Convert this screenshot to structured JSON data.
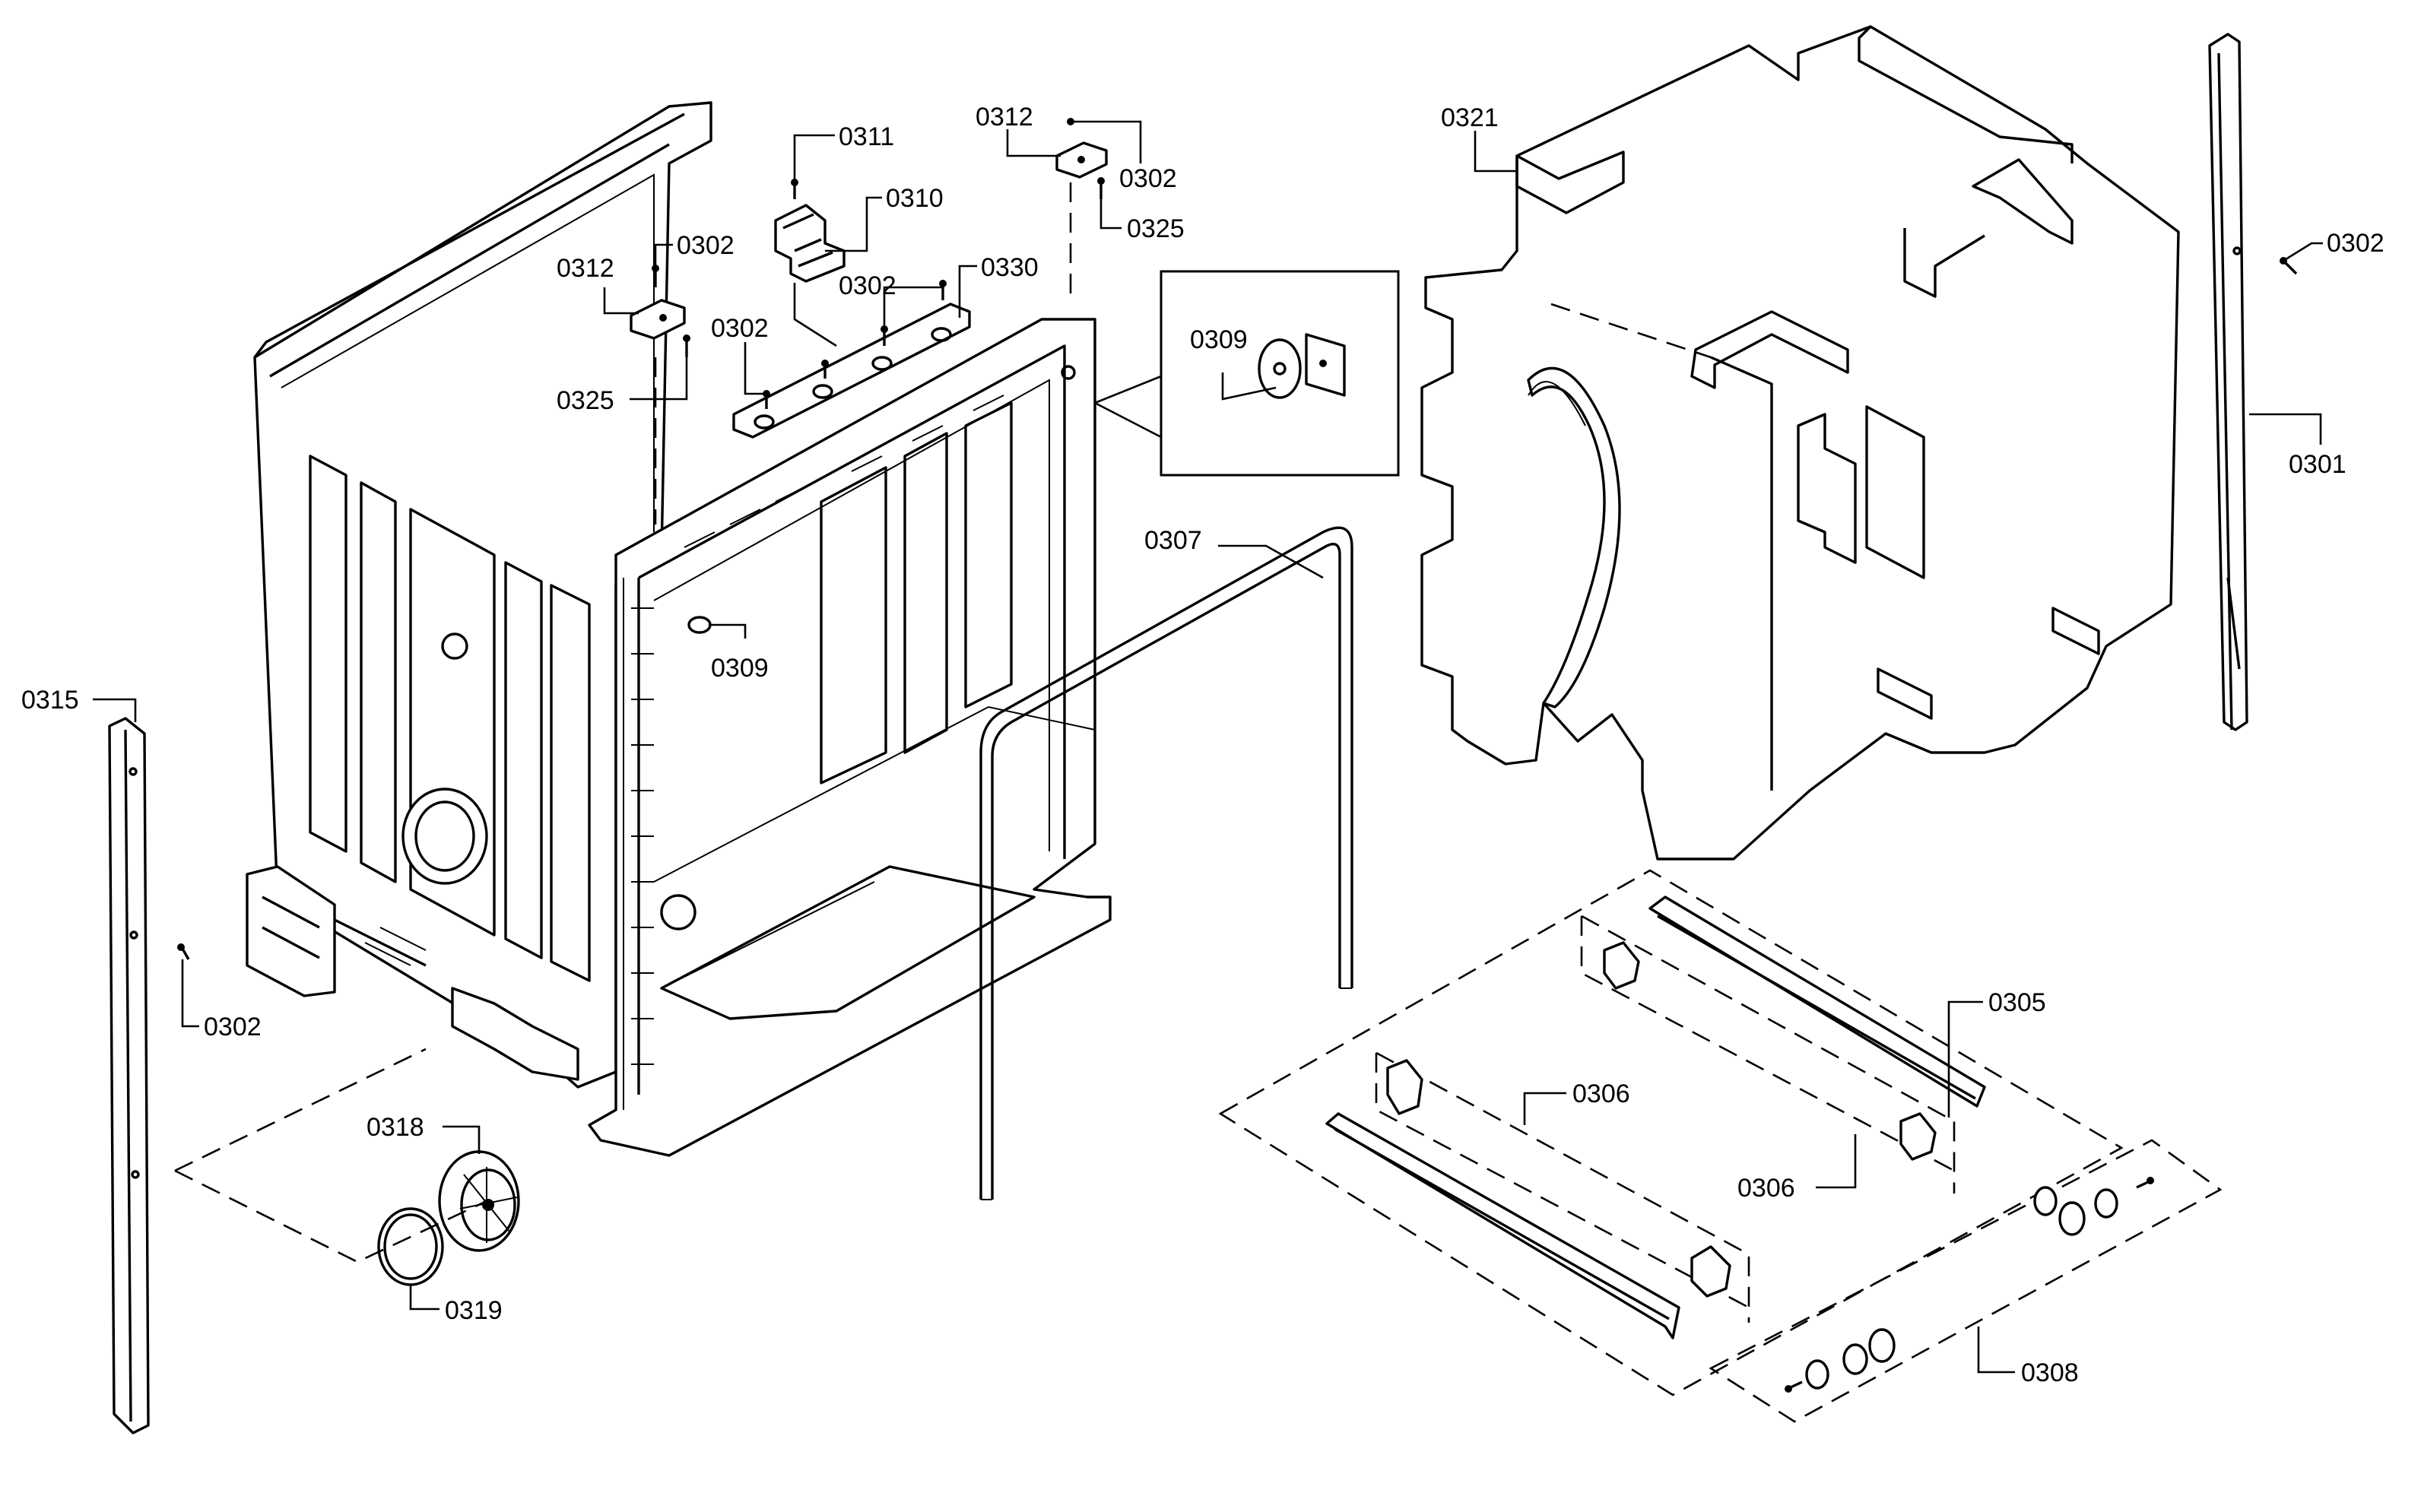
{
  "diagram": {
    "colors": {
      "line": "#000000",
      "background": "#ffffff"
    },
    "callouts": [
      {
        "id": "c-0311",
        "text": "0311"
      },
      {
        "id": "c-0310",
        "text": "0310"
      },
      {
        "id": "c-0312-a",
        "text": "0312"
      },
      {
        "id": "c-0302-a",
        "text": "0302"
      },
      {
        "id": "c-0325-a",
        "text": "0325"
      },
      {
        "id": "c-0302-b",
        "text": "0302"
      },
      {
        "id": "c-0330",
        "text": "0330"
      },
      {
        "id": "c-0302-c",
        "text": "0302"
      },
      {
        "id": "c-0312-b",
        "text": "0312"
      },
      {
        "id": "c-0302-d",
        "text": "0302"
      },
      {
        "id": "c-0325-b",
        "text": "0325"
      },
      {
        "id": "c-0321",
        "text": "0321"
      },
      {
        "id": "c-0302-e",
        "text": "0302"
      },
      {
        "id": "c-0301",
        "text": "0301"
      },
      {
        "id": "c-0309-a",
        "text": "0309"
      },
      {
        "id": "c-0307",
        "text": "0307"
      },
      {
        "id": "c-0309-b",
        "text": "0309"
      },
      {
        "id": "c-0315",
        "text": "0315"
      },
      {
        "id": "c-0302-f",
        "text": "0302"
      },
      {
        "id": "c-0318",
        "text": "0318"
      },
      {
        "id": "c-0319",
        "text": "0319"
      },
      {
        "id": "c-0305",
        "text": "0305"
      },
      {
        "id": "c-0306-a",
        "text": "0306"
      },
      {
        "id": "c-0306-b",
        "text": "0306"
      },
      {
        "id": "c-0308",
        "text": "0308"
      }
    ]
  }
}
